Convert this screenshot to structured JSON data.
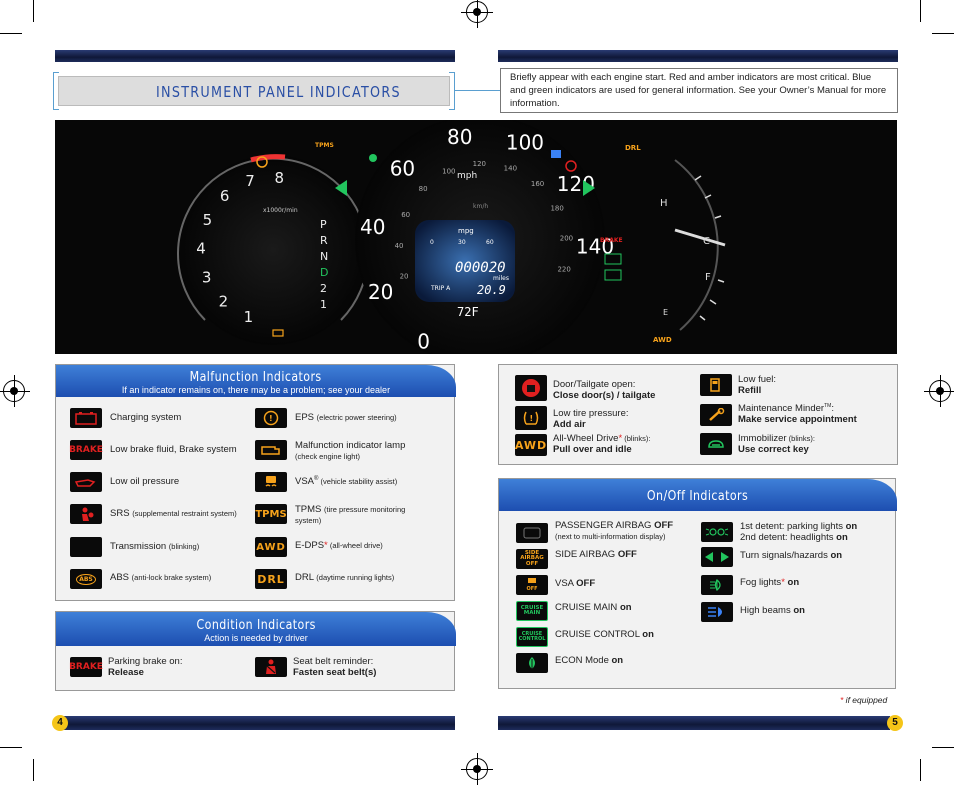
{
  "header": {
    "title": "INSTRUMENT PANEL INDICATORS",
    "intro": "Briefly appear with each engine start. Red and amber indicators are most critical. Blue and green indicators are used for general information. See your Owner’s Manual for more information."
  },
  "dash": {
    "tach_numbers": [
      "1",
      "2",
      "3",
      "4",
      "5",
      "6",
      "7",
      "8"
    ],
    "tach_unit": "x1000r/min",
    "speed_numbers": [
      "0",
      "20",
      "40",
      "60",
      "80",
      "100",
      "120",
      "140"
    ],
    "speed_unit": "mph",
    "kmh_numbers": [
      "20",
      "40",
      "60",
      "80",
      "100",
      "120",
      "140",
      "160",
      "180",
      "200",
      "220"
    ],
    "kmh_unit": "km/h",
    "gears": [
      "P",
      "R",
      "N",
      "D",
      "2",
      "1"
    ],
    "mpg_label": "mpg",
    "mpg_scale": [
      "0",
      "30",
      "60"
    ],
    "odometer": "000020",
    "odo_unit": "miles",
    "trip_label": "TRIP A",
    "trip_value": "20.9",
    "temp": "72F",
    "tpms_label": "TPMS",
    "brake_label": "BRAKE",
    "drl_label": "DRL",
    "awd_label": "AWD",
    "airbag_off": "SIDE AIRBAG OFF",
    "temp_h": "H",
    "temp_c": "C",
    "fuel_f": "F",
    "fuel_e": "E"
  },
  "malfunction": {
    "title": "Malfunction Indicators",
    "subtitle": "If an indicator remains on, there may be a problem; see your dealer",
    "left": [
      {
        "icon": "battery-icon",
        "text": "Charging system",
        "note": ""
      },
      {
        "icon": "BRAKE",
        "text": "Low brake fluid, Brake system",
        "note": ""
      },
      {
        "icon": "oil-icon",
        "text": "Low oil pressure",
        "note": ""
      },
      {
        "icon": "srs-icon",
        "text": "SRS ",
        "note": "(supplemental restraint system)"
      },
      {
        "icon": "",
        "text": "Transmission ",
        "note": "(blinking)"
      },
      {
        "icon": "ABS",
        "text": "ABS ",
        "note": "(anti-lock brake system)"
      }
    ],
    "right": [
      {
        "icon": "eps-icon",
        "text": "EPS ",
        "note": "(electric power steering)"
      },
      {
        "icon": "engine-icon",
        "text": "Malfunction indicator lamp",
        "note": "(check engine light)"
      },
      {
        "icon": "vsa-icon",
        "text": "VSA",
        "sup": "®",
        "note": " (vehicle stability assist)"
      },
      {
        "icon": "TPMS",
        "text": "TPMS ",
        "note": "(tire pressure monitoring system)"
      },
      {
        "icon": "AWD",
        "text": "E-DPS",
        "star": "*",
        "note": " (all-wheel drive)"
      },
      {
        "icon": "DRL",
        "text": "DRL ",
        "note": "(daytime running lights)"
      }
    ]
  },
  "condition": {
    "title": "Condition Indicators",
    "subtitle": "Action is needed by driver",
    "items": [
      {
        "icon": "BRAKE",
        "line1": "Parking brake on:",
        "line2": "Release"
      },
      {
        "icon": "seatbelt-icon",
        "line1": "Seat belt reminder:",
        "line2": "Fasten seat belt(s)"
      }
    ]
  },
  "info_box": {
    "left": [
      {
        "icon": "door-icon",
        "line1": "Door/Tailgate open:",
        "line2": "Close door(s) / tailgate"
      },
      {
        "icon": "tire-pressure-icon",
        "line1": "Low tire pressure:",
        "line2": "Add air"
      },
      {
        "icon": "AWD",
        "line1": "All-Wheel Drive",
        "star": "*",
        "blink": " (blinks):",
        "line2": "Pull over and idle"
      }
    ],
    "right": [
      {
        "icon": "fuel-icon",
        "line1": "Low fuel:",
        "line2": "Refill"
      },
      {
        "icon": "wrench-icon",
        "line1": "Maintenance Minder",
        "tm": "TM",
        "after": ":",
        "line2": "Make service appointment"
      },
      {
        "icon": "immobilizer-icon",
        "line1": "Immobilizer",
        "blink": " (blinks):",
        "line2": "Use correct key"
      }
    ]
  },
  "onoff": {
    "title": "On/Off Indicators",
    "left": [
      {
        "icon": "",
        "text": "PASSENGER AIRBAG ",
        "bold": "OFF",
        "note": "(next to multi-information display)"
      },
      {
        "icon": "SIDE AIRBAG OFF",
        "text": "SIDE AIRBAG ",
        "bold": "OFF",
        "note": ""
      },
      {
        "icon": "VSA OFF",
        "text": "VSA ",
        "bold": "OFF",
        "note": ""
      },
      {
        "icon": "CRUISE MAIN",
        "text": "CRUISE MAIN ",
        "bold": "on",
        "note": ""
      },
      {
        "icon": "CRUISE CONTROL",
        "text": "CRUISE CONTROL ",
        "bold": "on",
        "note": ""
      },
      {
        "icon": "econ-icon",
        "text": "ECON Mode ",
        "bold": "on",
        "note": ""
      }
    ],
    "right": [
      {
        "icon": "parking-lights-icon",
        "text": "1st detent: parking lights ",
        "bold": "on",
        "text2": "2nd detent: headlights ",
        "bold2": "on"
      },
      {
        "icon": "turn-signal-icon",
        "text": "Turn signals/hazards ",
        "bold": "on"
      },
      {
        "icon": "fog-lights-icon",
        "text": "Fog lights",
        "star": "*",
        "bold": " on"
      },
      {
        "icon": "high-beams-icon",
        "text": "High beams ",
        "bold": "on"
      }
    ]
  },
  "footnote": {
    "star": "*",
    "text": " if equipped"
  },
  "pages": {
    "left": "4",
    "right": "5"
  },
  "colors": {
    "accent_blue": "#2a4fa5",
    "header_blue": "#1d4eb0",
    "amber": "#f6a21b",
    "red": "#e02020",
    "green": "#22c55e"
  }
}
